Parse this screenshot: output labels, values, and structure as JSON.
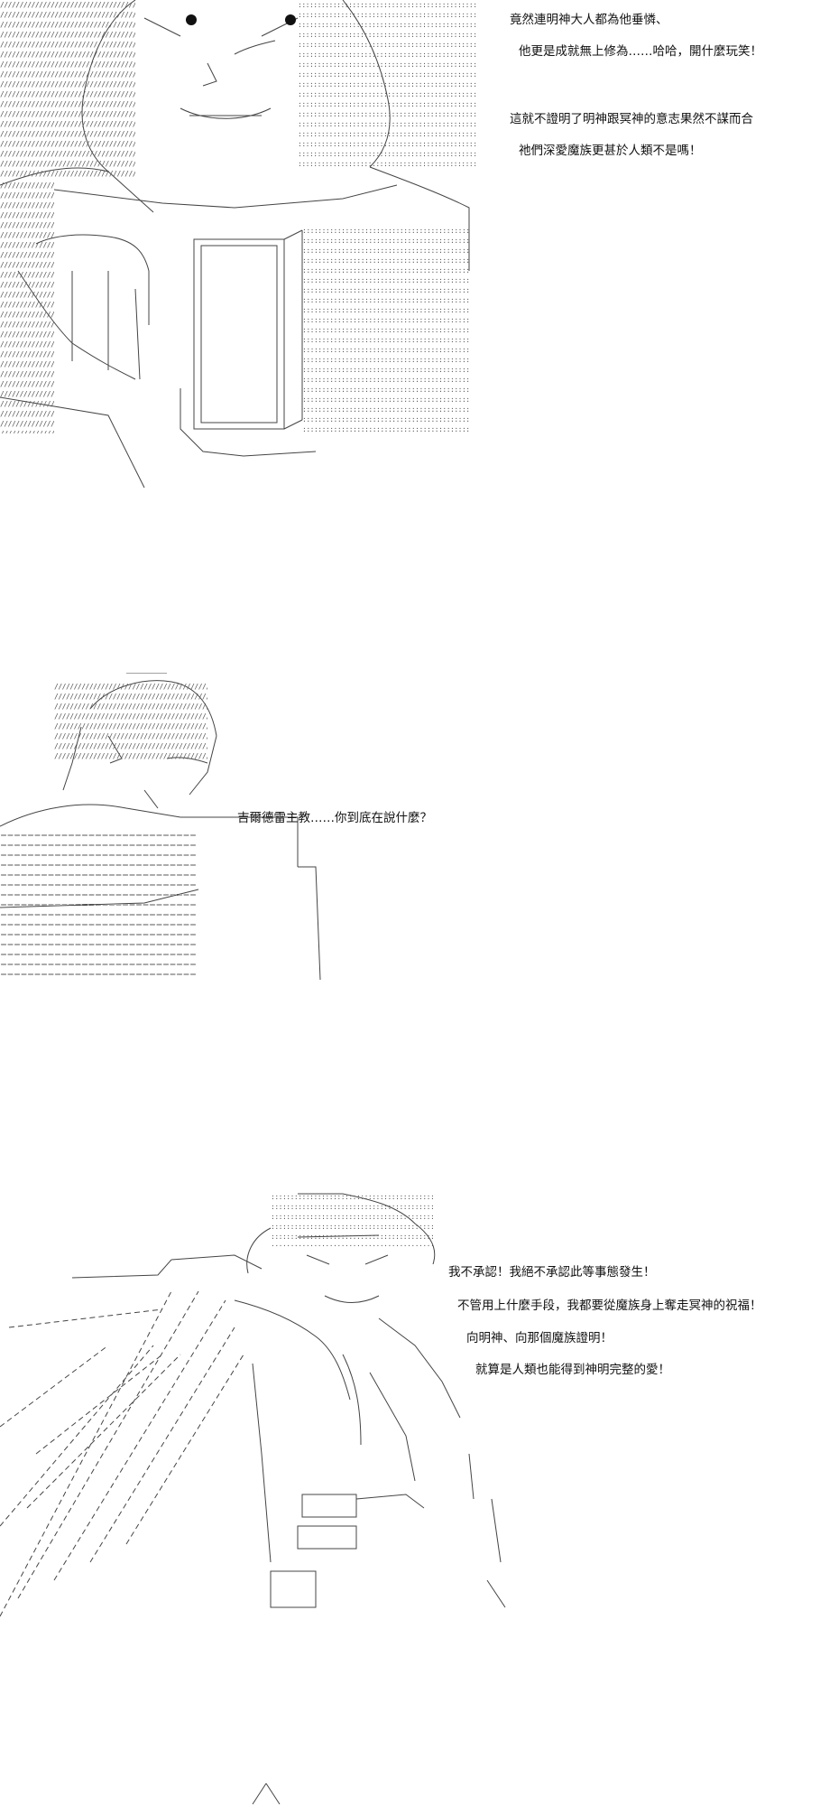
{
  "panels": [
    {
      "dialogue": [
        "竟然連明神大人都為他垂憐、",
        "他更是成就無上修為……哈哈，開什麼玩笑！",
        "這就不證明了明神跟冥神的意志果然不謀而合",
        "祂們深愛魔族更甚於人類不是嗎！"
      ]
    },
    {
      "dialogue": [
        "吉爾德雷主教……你到底在說什麼？"
      ]
    },
    {
      "dialogue": [
        "我不承認！我絕不承認此等事態發生！",
        "不管用上什麼手段，我都要從魔族身上奪走冥神的祝福！",
        "向明神、向那個魔族證明！",
        "就算是人類也能得到神明完整的愛！"
      ]
    }
  ],
  "art_textures": {
    "hatch": "//////////////////////////////////////////////////////////////////////",
    "dots": "::::::::::::::::::::::::::::::::::::::::::::::::::::::::::::::::::::::",
    "equals": "＝＝＝＝＝＝＝＝＝＝＝＝＝＝＝＝＝＝＝＝＝＝＝＝＝＝＝＝＝"
  },
  "colors": {
    "ink": "#111111",
    "paper": "#ffffff",
    "art_gray": "#555555"
  }
}
